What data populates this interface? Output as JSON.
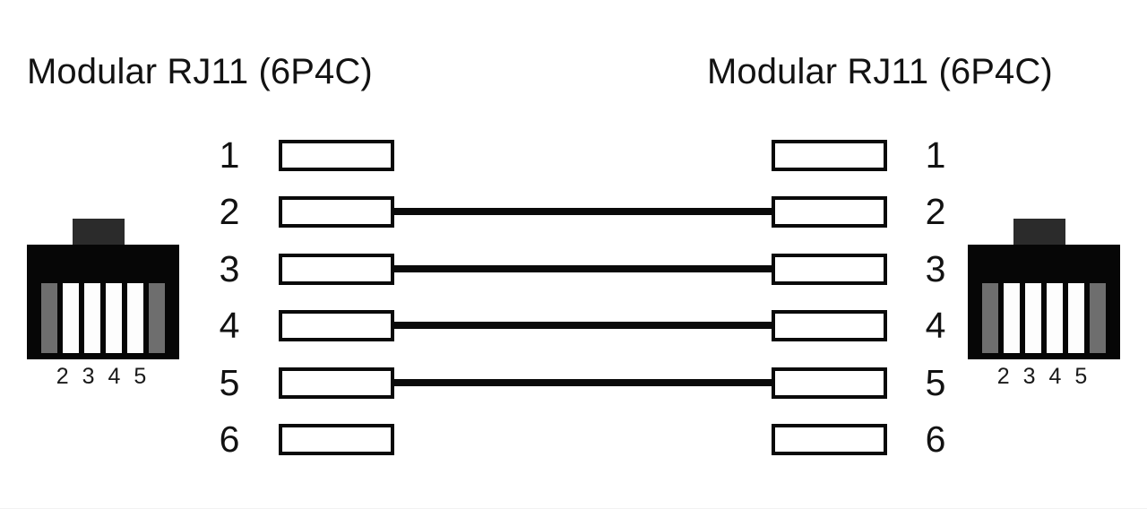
{
  "diagram": {
    "title_left": "Modular RJ11 (6P4C)",
    "title_right": "Modular RJ11 (6P4C)",
    "background_color": "#ffffff",
    "line_color": "#0a0a0a",
    "wiring_scheme": "straight-through",
    "connector_type": "RJ11 6P4C",
    "pin_count": 6,
    "connected_pins": [
      2,
      3,
      4,
      5
    ],
    "unconnected_pins": [
      1,
      6
    ]
  },
  "pins": [
    {
      "number": "1",
      "number_right": "1",
      "connected": false
    },
    {
      "number": "2",
      "number_right": "2",
      "connected": true
    },
    {
      "number": "3",
      "number_right": "3",
      "connected": true
    },
    {
      "number": "4",
      "number_right": "4",
      "connected": true
    },
    {
      "number": "5",
      "number_right": "5",
      "connected": true
    },
    {
      "number": "6",
      "number_right": "6",
      "connected": false
    }
  ],
  "jack_left": {
    "pin_labels": "2 3 4 5",
    "body_color": "#060606",
    "tab_color": "#2b2b2b",
    "slots": [
      "gray",
      "white",
      "white",
      "white",
      "white",
      "gray"
    ]
  },
  "jack_right": {
    "pin_labels": "2 3 4 5",
    "body_color": "#060606",
    "tab_color": "#2b2b2b",
    "slots": [
      "gray",
      "white",
      "white",
      "white",
      "white",
      "gray"
    ]
  }
}
